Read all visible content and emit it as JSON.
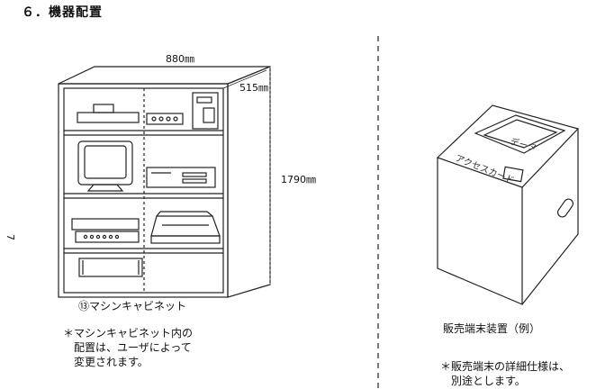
{
  "section_title": "６．機器配置",
  "cabinet": {
    "width_label": "880㎜",
    "depth_label": "515㎜",
    "height_label": "1790㎜",
    "caption": "⑬マシンキャビネット",
    "note": "＊マシンキャビネット内の\n　配置は、ユーザによって\n　変更されます。"
  },
  "terminal": {
    "screen_text": "データ",
    "side_text": "アクセスカード",
    "caption": "販売端末装置（例）",
    "note": "＊販売端末の詳細仕様は、\n　別途とします。"
  },
  "page_margin_number": "7"
}
